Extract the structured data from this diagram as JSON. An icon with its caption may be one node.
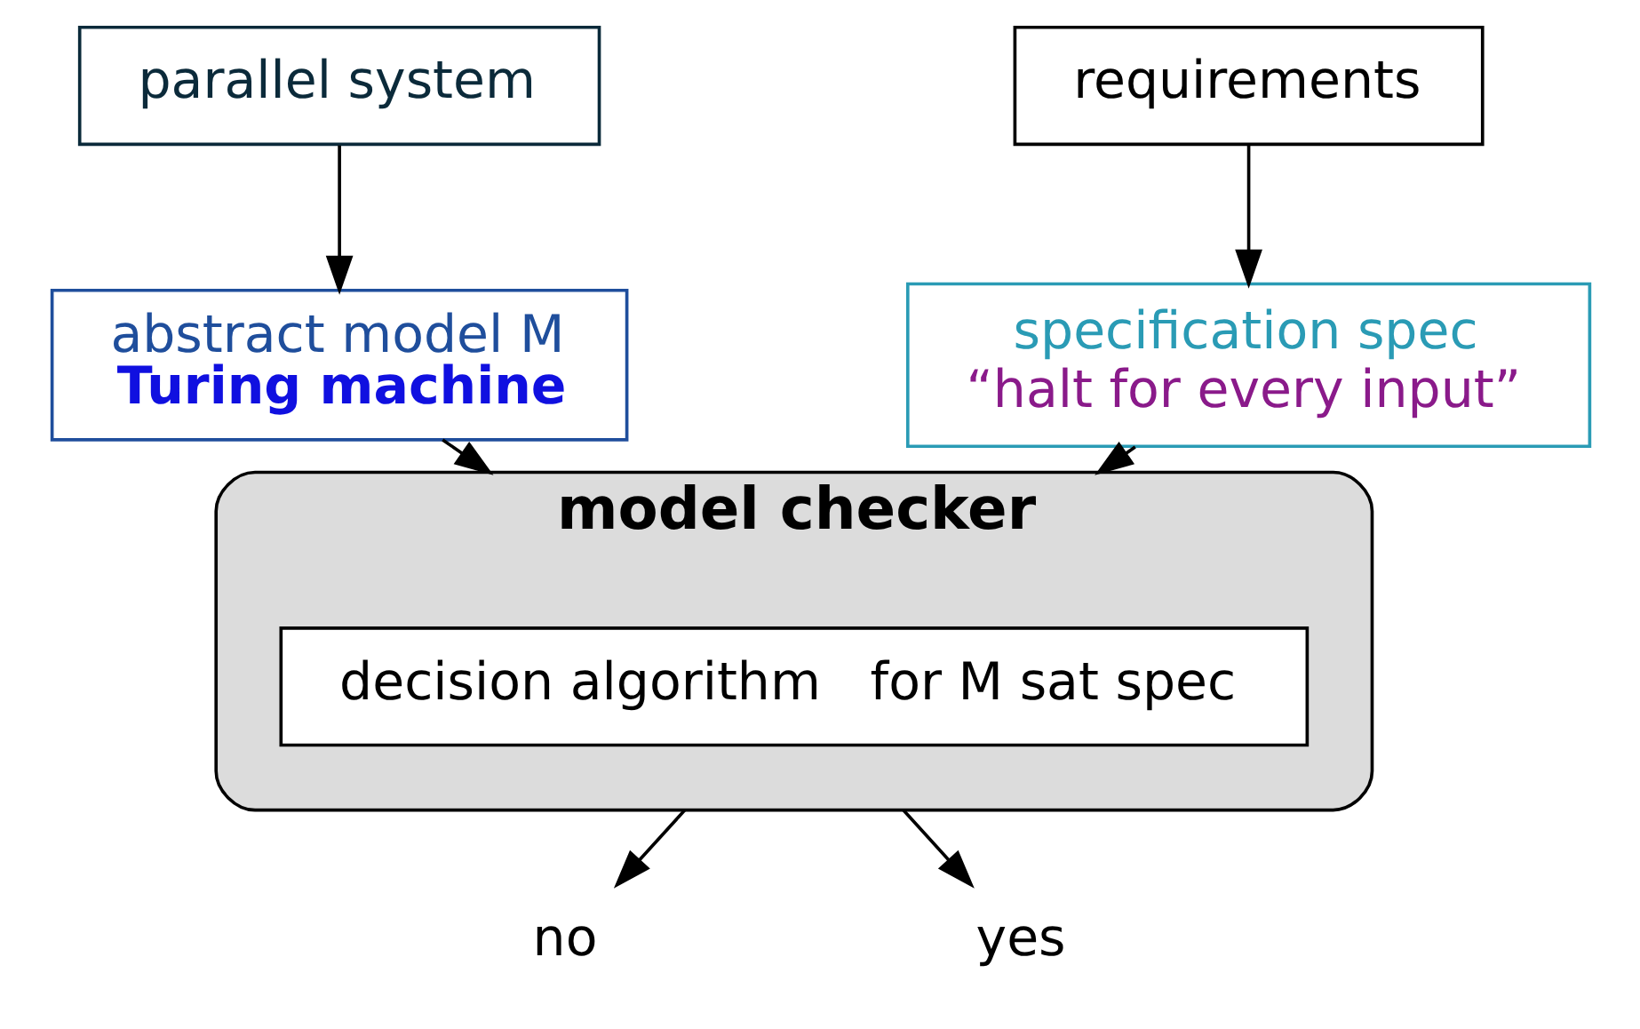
{
  "diagram": {
    "nodes": [
      {
        "text": [
          "parallel system"
        ]
      },
      {
        "text": [
          "requirements"
        ]
      },
      {
        "text": [
          "abstract model M",
          "Turing machine"
        ]
      },
      {
        "text": [
          "specification spec",
          "“halt for every input”"
        ]
      },
      {
        "text": [
          "model checker"
        ]
      },
      {
        "text": [
          "decision algorithm   for M sat spec"
        ],
        "in": 4
      },
      {
        "text": [
          "no"
        ]
      },
      {
        "text": [
          "yes"
        ]
      }
    ],
    "edges": [
      {
        "from": 0,
        "to": 2,
        "arrow": "to"
      },
      {
        "from": 1,
        "to": 3,
        "arrow": "to"
      },
      {
        "from": 2,
        "to": 4,
        "arrow": "to"
      },
      {
        "from": 3,
        "to": 4,
        "arrow": "to"
      },
      {
        "from": 4,
        "to": 6,
        "arrow": "to"
      },
      {
        "from": 4,
        "to": 7,
        "arrow": "to"
      }
    ]
  }
}
